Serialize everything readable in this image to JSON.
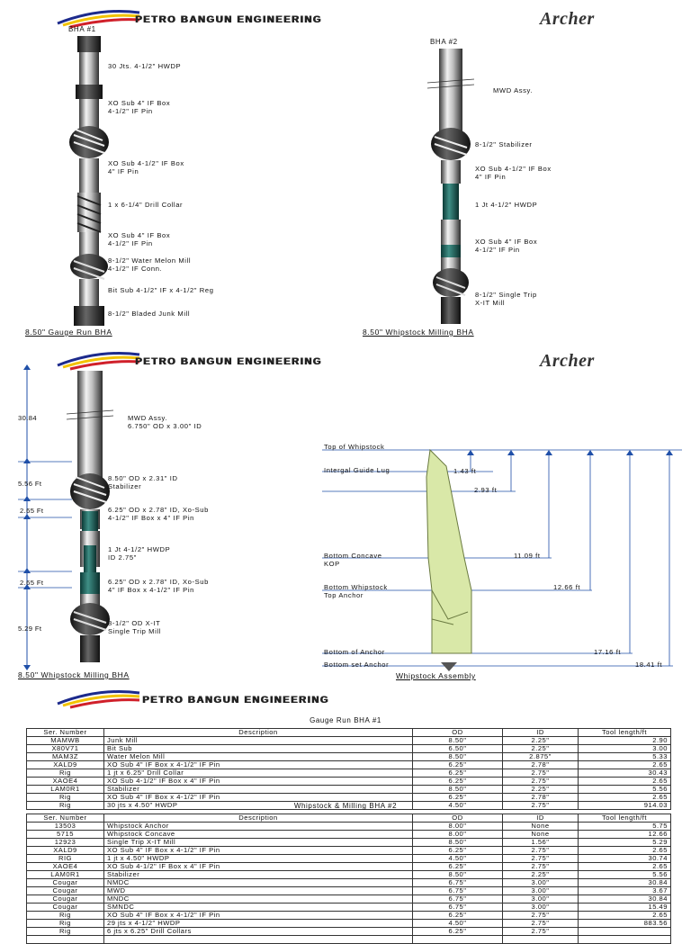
{
  "brand": {
    "company": "PETRO BANGUN ENGINEERING",
    "client": "Archer"
  },
  "panel1": {
    "bha1": {
      "name": "BHA #1",
      "caption": "8.50\" Gauge Run BHA",
      "labels": [
        "30 Jts. 4-1/2\" HWDP",
        "XO Sub 4\" IF Box\n4-1/2\" IF Pin",
        "XO Sub 4-1/2\" IF Box\n4\" IF Pin",
        "1 x 6-1/4\" Drill Collar",
        "XO Sub 4\" IF Box\n4-1/2\" IF Pin",
        "8-1/2\" Water Melon Mill\n4-1/2\" IF Conn.",
        "Bit Sub 4-1/2\" IF x 4-1/2\" Reg",
        "8-1/2\" Bladed Junk Mill"
      ]
    },
    "bha2": {
      "name": "BHA #2",
      "caption": "8.50\" Whipstock Milling BHA",
      "labels": [
        "MWD Assy.",
        "8-1/2\" Stabilizer",
        "XO Sub 4-1/2\" IF Box\n4\" IF Pin",
        "1 Jt 4-1/2\" HWDP",
        "XO Sub 4\" IF Box\n4-1/2\" IF Pin",
        "8-1/2\" Single Trip\nX-IT Mill"
      ]
    }
  },
  "panel2": {
    "caption": "8.50\" Whipstock Milling BHA",
    "dimensions": [
      "30.84",
      "5.56 Ft",
      "2.65 Ft",
      "2.65 Ft",
      "5.29 Ft"
    ],
    "labels": [
      "MWD Assy.\n6.750\" OD x 3.00\" ID",
      "8.50\" OD x 2.31\" ID\nStabilizer",
      "6.25\" OD x 2.78\" ID, Xo-Sub\n4-1/2\" IF Box x 4\" IF Pin",
      "1 Jt 4-1/2\" HWDP\nID 2.75\"",
      "6.25\" OD x 2.78\" ID, Xo-Sub\n4\" IF Box x 4-1/2\" IF Pin",
      "8-1/2\" OD X-IT\nSingle Trip Mill"
    ],
    "whipstock": {
      "caption": "Whipstock Assembly",
      "points": [
        "Top of Whipstock",
        "Intergal Guide Lug",
        "Bottom Concave\nKOP",
        "Bottom Whipstock\nTop Anchor",
        "Bottom of Anchor",
        "Bottom set Anchor"
      ],
      "distances": [
        "1.43 ft",
        "2.93 ft",
        "11.09 ft",
        "12.66 ft",
        "17.16 ft",
        "18.41 ft"
      ]
    }
  },
  "table1": {
    "title": "Gauge Run BHA #1",
    "headers": [
      "Ser. Number",
      "Description",
      "OD",
      "ID",
      "Tool length/ft"
    ],
    "rows": [
      [
        "MAMWB",
        "Junk Mill",
        "8.50\"",
        "2.25\"",
        "2.90"
      ],
      [
        "X80V71",
        "Bit Sub",
        "6.50\"",
        "2.25\"",
        "3.00"
      ],
      [
        "MAM3Z",
        "Water Melon Mill",
        "8.50\"",
        "2.875\"",
        "5.33"
      ],
      [
        "XALD9",
        "XO Sub 4\" IF Box x 4-1/2\" IF Pin",
        "6.25\"",
        "2.78\"",
        "2.65"
      ],
      [
        "Rig",
        "1 jt x 6.25\" Drill Collar",
        "6.25\"",
        "2.75\"",
        "30.43"
      ],
      [
        "XAOE4",
        "XO Sub 4-1/2\" IF Box x 4\" IF Pin",
        "6.25\"",
        "2.75\"",
        "2.65"
      ],
      [
        "LAM0R1",
        "Stabilizer",
        "8.50\"",
        "2.25\"",
        "5.56"
      ],
      [
        "Rig",
        "XO Sub 4\" IF Box x 4-1/2\" IF Pin",
        "6.25\"",
        "2.78\"",
        "2.65"
      ],
      [
        "Rig",
        "30 jts x 4.50\" HWDP",
        "4.50\"",
        "2.75\"",
        "914.03"
      ]
    ]
  },
  "table2": {
    "title": "Whipstock & Milling BHA #2",
    "headers": [
      "Ser. Number",
      "Description",
      "OD",
      "ID",
      "Tool length/ft"
    ],
    "rows": [
      [
        "13503",
        "Whipstock Anchor",
        "8.00\"",
        "None",
        "5.75"
      ],
      [
        "5715",
        "Whipstock Concave",
        "8.00\"",
        "None",
        "12.66"
      ],
      [
        "12923",
        "Single Trip X-IT Mill",
        "8.50\"",
        "1.56\"",
        "5.29"
      ],
      [
        "XALD9",
        "XO Sub 4\" IF Box x 4-1/2\" IF Pin",
        "6.25\"",
        "2.75\"",
        "2.65"
      ],
      [
        "RIG",
        "1 jt x 4.50\" HWDP",
        "4.50\"",
        "2.75\"",
        "30.74"
      ],
      [
        "XAOE4",
        "XO Sub 4-1/2\" IF Box x 4\" IF Pin",
        "6.25\"",
        "2.75\"",
        "2.65"
      ],
      [
        "LAM0R1",
        "Stabilizer",
        "8.50\"",
        "2.25\"",
        "5.56"
      ],
      [
        "Cougar",
        "NMDC",
        "6.75\"",
        "3.00\"",
        "30.84"
      ],
      [
        "Cougar",
        "MWD",
        "6.75\"",
        "3.00\"",
        "3.67"
      ],
      [
        "Cougar",
        "MNDC",
        "6.75\"",
        "3.00\"",
        "30.84"
      ],
      [
        "Cougar",
        "SMNDC",
        "6.75\"",
        "3.00\"",
        "15.49"
      ],
      [
        "Rig",
        "XO Sub 4\" IF Box x 4-1/2\" IF Pin",
        "6.25\"",
        "2.75\"",
        "2.65"
      ],
      [
        "Rig",
        "29 jts x 4-1/2\" HWDP",
        "4.50\"",
        "2.75\"",
        "883.56"
      ],
      [
        "Rig",
        "6 jts x 6.25\" Drill Collars",
        "6.25\"",
        "2.75\"",
        ""
      ],
      [
        "",
        "",
        "",
        "",
        ""
      ]
    ]
  }
}
